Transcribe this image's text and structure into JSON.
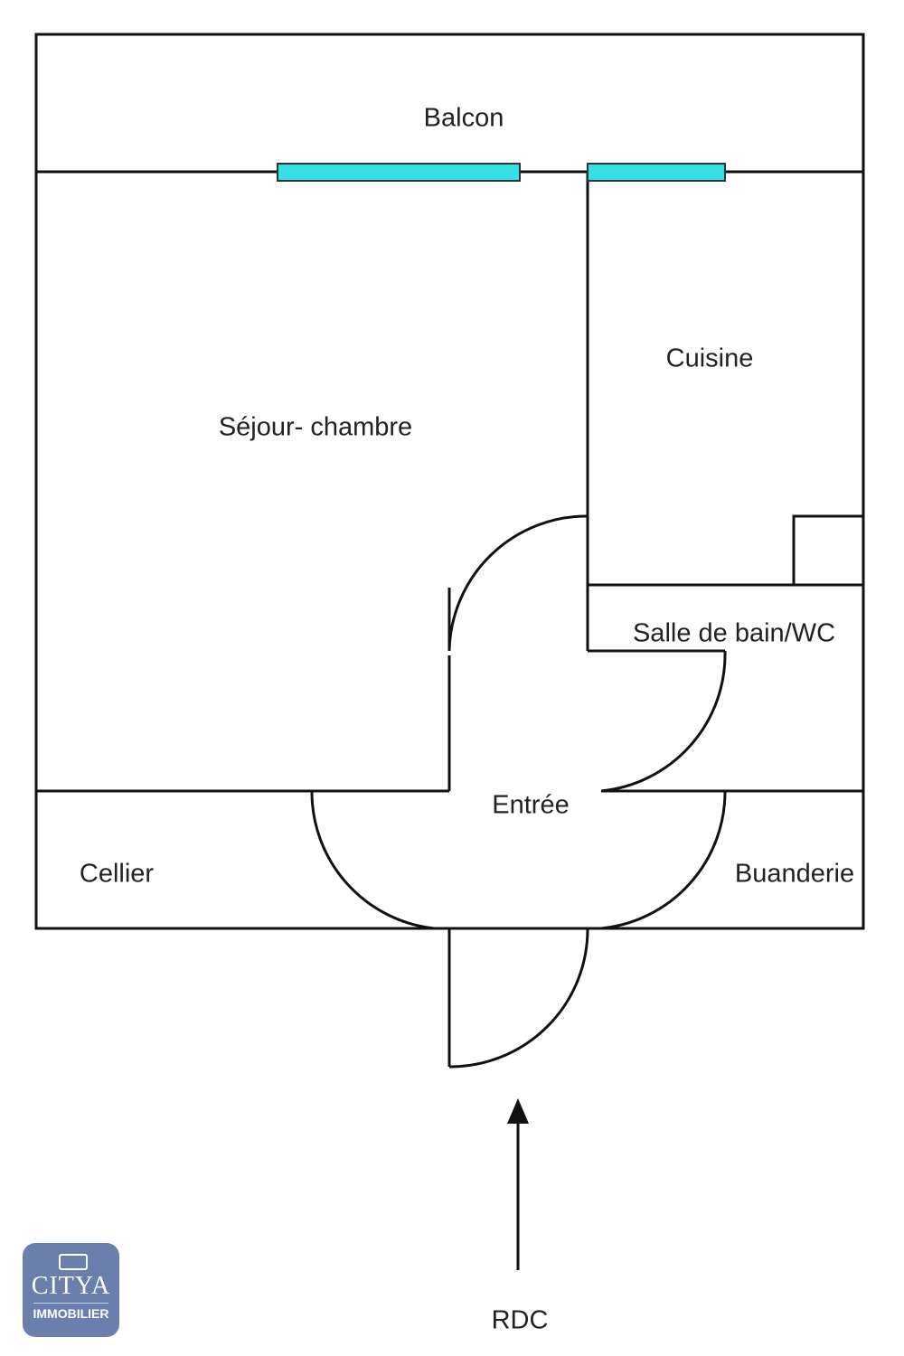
{
  "rooms": {
    "balcon": "Balcon",
    "cuisine": "Cuisine",
    "sejour": "Séjour- chambre",
    "salle_de_bain": "Salle de bain/WC",
    "entree": "Entrée",
    "cellier": "Cellier",
    "buanderie": "Buanderie"
  },
  "level": "RDC",
  "logo": {
    "brand": "CITYA",
    "sub": "IMMOBILIER"
  },
  "colors": {
    "wall": "#111111",
    "window": "#33e0e6",
    "logo_bg": "#6b7fae"
  }
}
